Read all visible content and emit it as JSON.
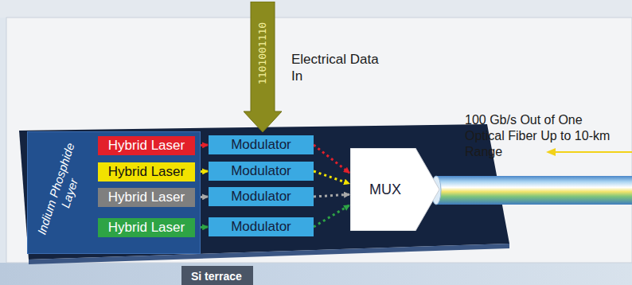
{
  "diagram": {
    "nodes": [
      {
        "text": [
          "Indium Phosphide Layer"
        ]
      },
      {
        "text": [
          "Hybrid Laser"
        ],
        "in": 0
      },
      {
        "text": [
          "Hybrid Laser"
        ],
        "in": 0
      },
      {
        "text": [
          "Hybrid Laser"
        ],
        "in": 0
      },
      {
        "text": [
          "Hybrid Laser"
        ],
        "in": 0
      },
      {
        "text": [
          "Modulator"
        ]
      },
      {
        "text": [
          "Modulator"
        ]
      },
      {
        "text": [
          "Modulator"
        ]
      },
      {
        "text": [
          "Modulator"
        ]
      },
      {
        "text": [
          "MUX"
        ]
      },
      {
        "text": [
          "1101001110"
        ]
      }
    ],
    "edges": [
      {
        "from": 1,
        "to": 5,
        "arrow": "to"
      },
      {
        "from": 2,
        "to": 6,
        "arrow": "to"
      },
      {
        "from": 3,
        "to": 7,
        "arrow": "to"
      },
      {
        "from": 4,
        "to": 8,
        "arrow": "to"
      },
      {
        "from": 5,
        "to": 9,
        "arrow": "to"
      },
      {
        "from": 6,
        "to": 9,
        "arrow": "to"
      },
      {
        "from": 7,
        "to": 9,
        "arrow": "to"
      },
      {
        "from": 8,
        "to": 9,
        "arrow": "to"
      }
    ],
    "labels": [
      "Electrical Data In",
      "100 Gb/s Out of One Optical Fiber Up to 10-km Range",
      "Si terrace"
    ]
  }
}
